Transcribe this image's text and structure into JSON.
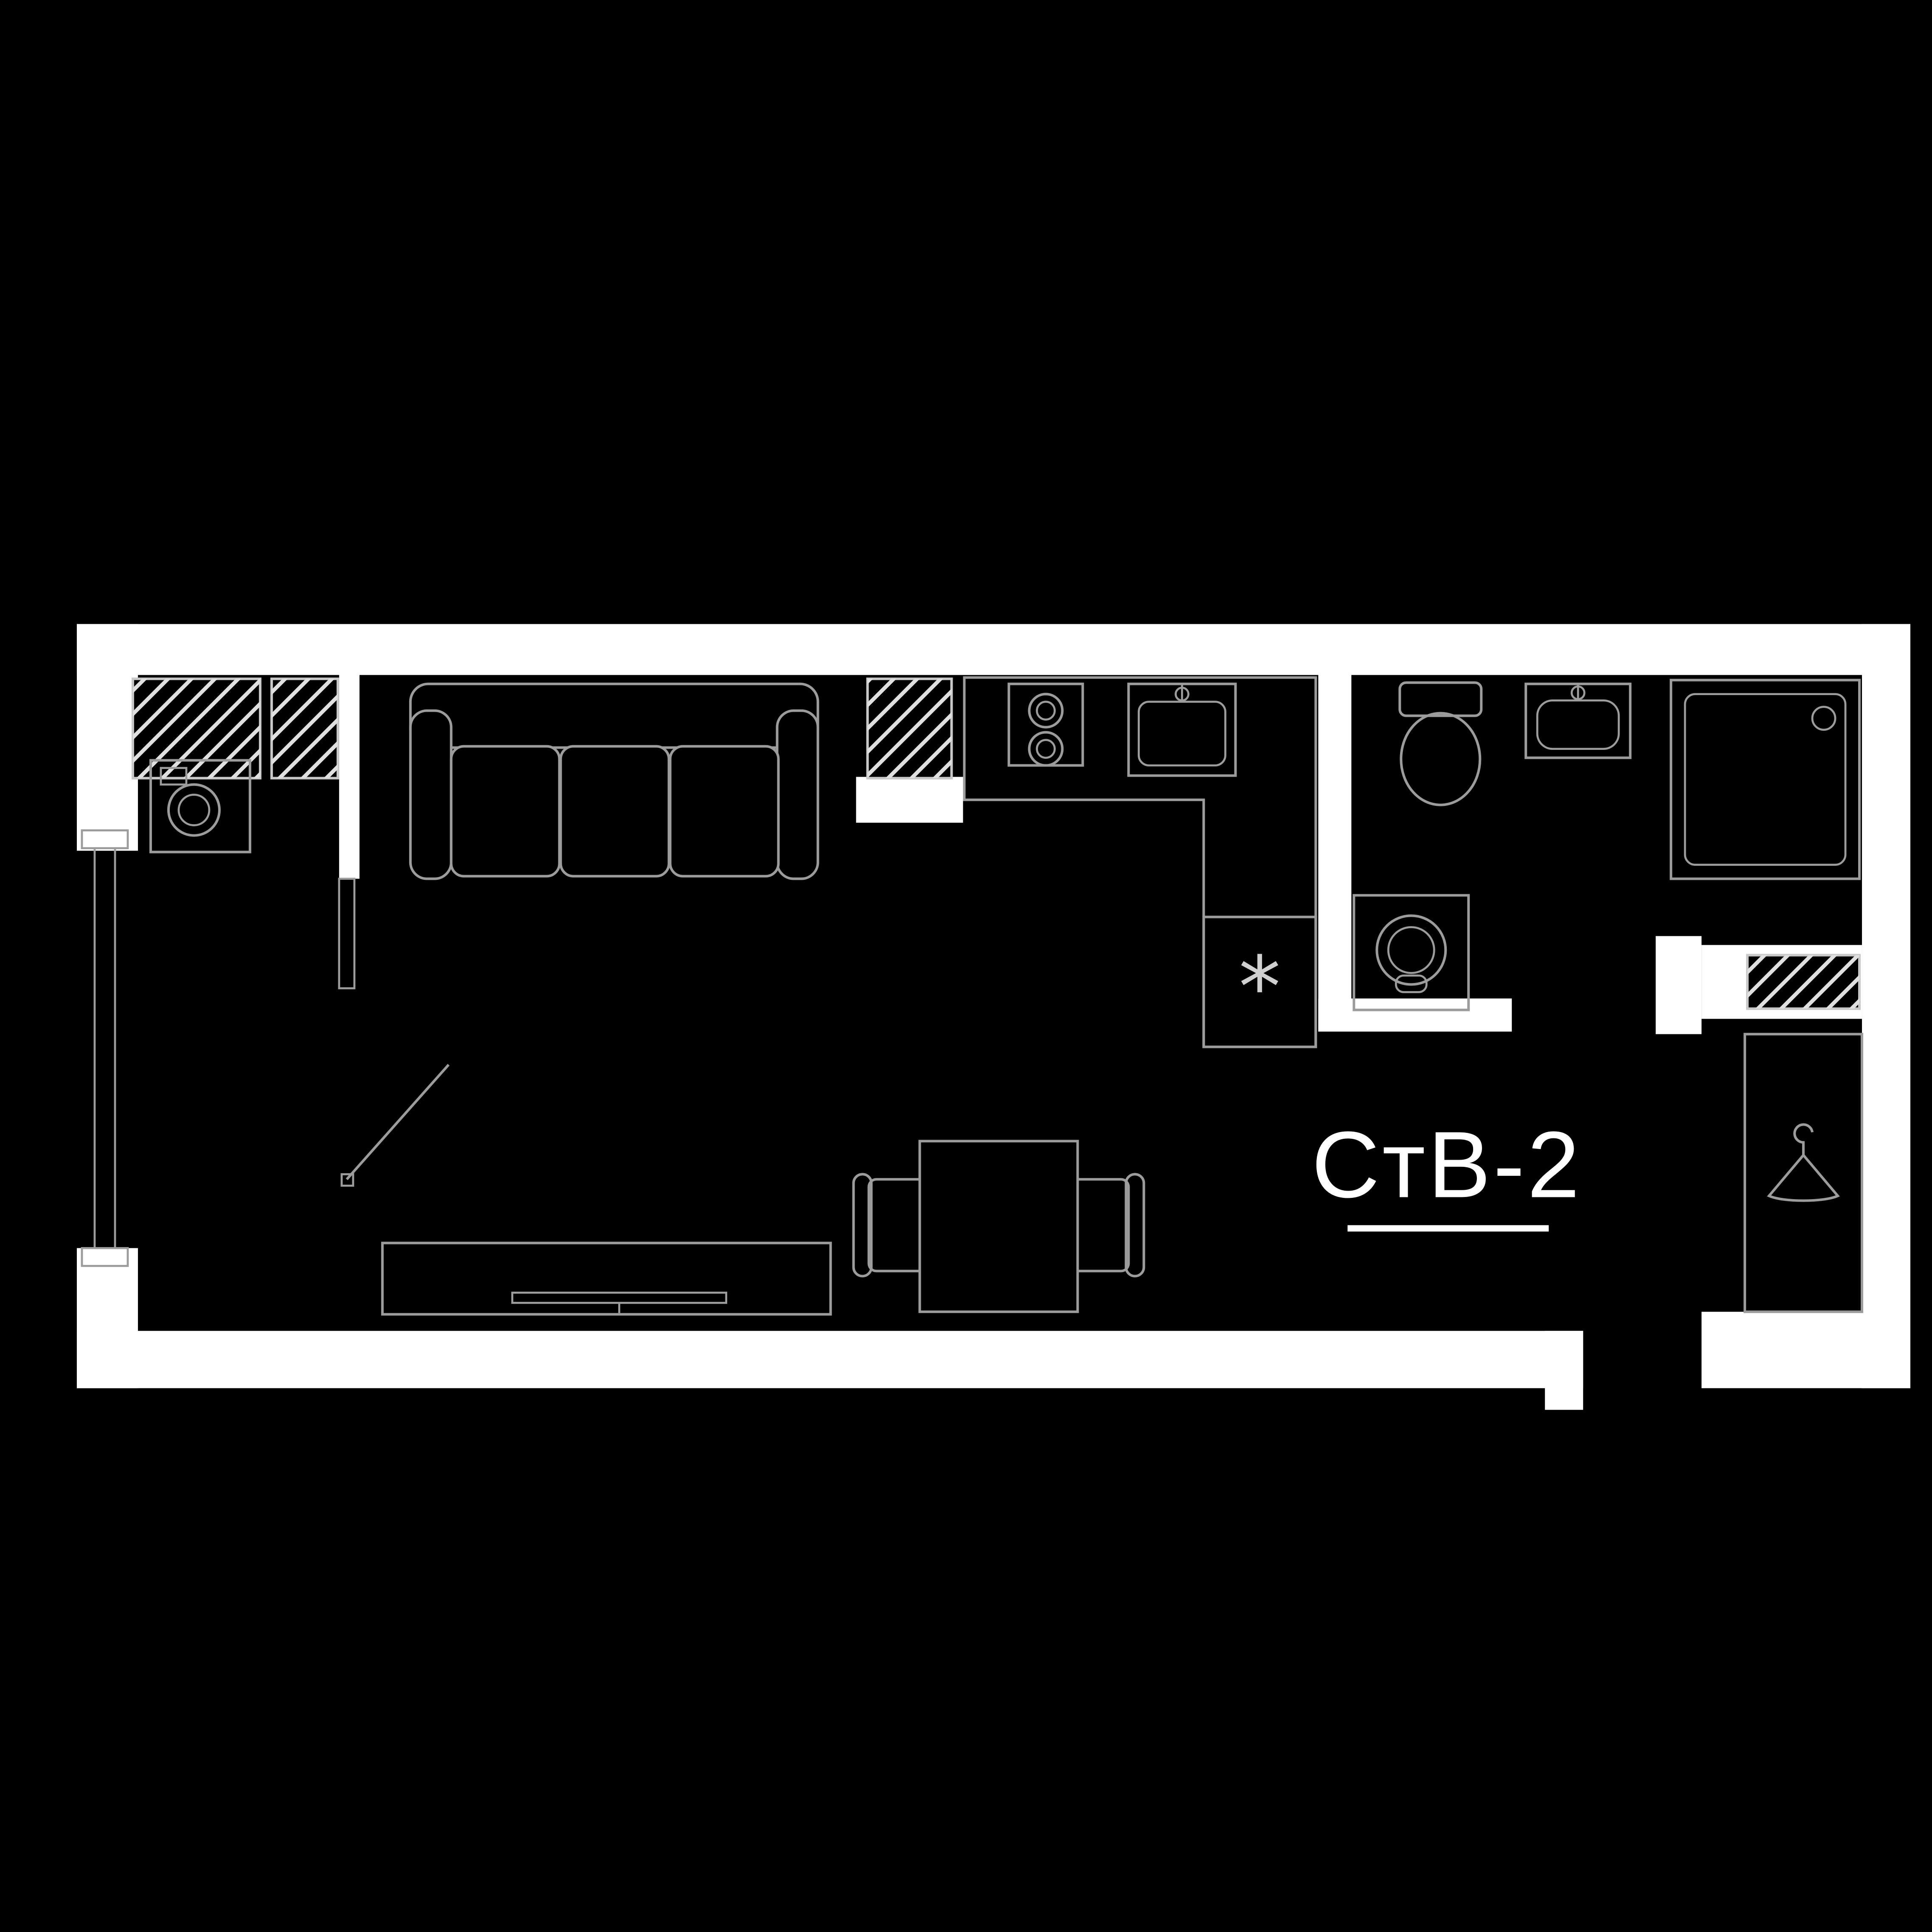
{
  "plan": {
    "label": "СтВ-2",
    "fridge_symbol": "*",
    "colors": {
      "background": "#000000",
      "wall": "#ffffff",
      "furniture_line": "#9c9c9c",
      "label_text": "#ffffff"
    },
    "fixtures": [
      "ventilation-shaft-left",
      "ventilation-shaft-left-small",
      "washing-machine-top-left",
      "sofa",
      "kitchen-vent-shaft",
      "kitchen-counter",
      "stove",
      "kitchen-sink",
      "fridge-space",
      "toilet",
      "bathroom-washing-machine",
      "bathroom-sink",
      "shower-cabin",
      "vent-shaft-right",
      "wardrobe",
      "hanger",
      "dining-table",
      "chair-left",
      "chair-right",
      "tv-console",
      "tv",
      "window-left",
      "entry-door"
    ]
  }
}
